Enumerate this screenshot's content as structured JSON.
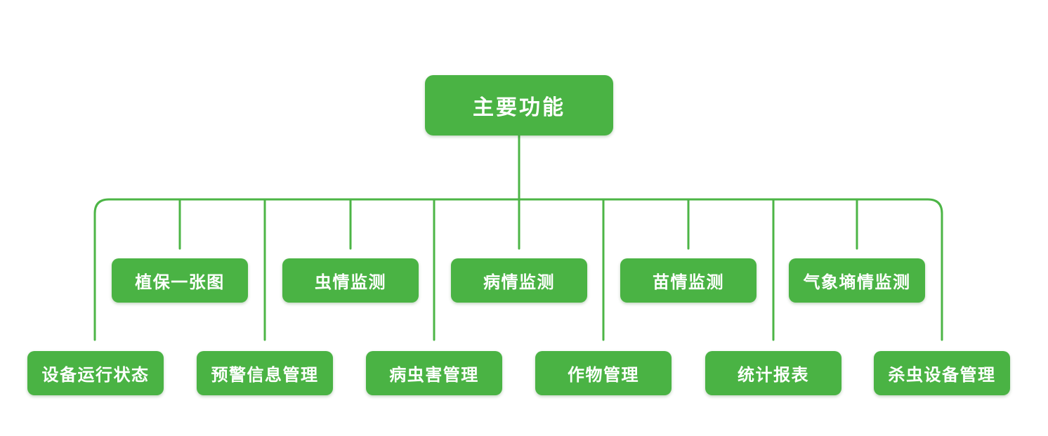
{
  "diagram": {
    "root": {
      "label": "主要功能"
    },
    "level1": [
      {
        "label": "植保一张图"
      },
      {
        "label": "虫情监测"
      },
      {
        "label": "病情监测"
      },
      {
        "label": "苗情监测"
      },
      {
        "label": "气象墒情监测"
      }
    ],
    "level2": [
      {
        "label": "设备运行状态"
      },
      {
        "label": "预警信息管理"
      },
      {
        "label": "病虫害管理"
      },
      {
        "label": "作物管理"
      },
      {
        "label": "统计报表"
      },
      {
        "label": "杀虫设备管理"
      }
    ]
  },
  "colors": {
    "node_fill": "#4ab344",
    "connector": "#4cb546",
    "node_text": "#ffffff",
    "background": "#ffffff"
  }
}
